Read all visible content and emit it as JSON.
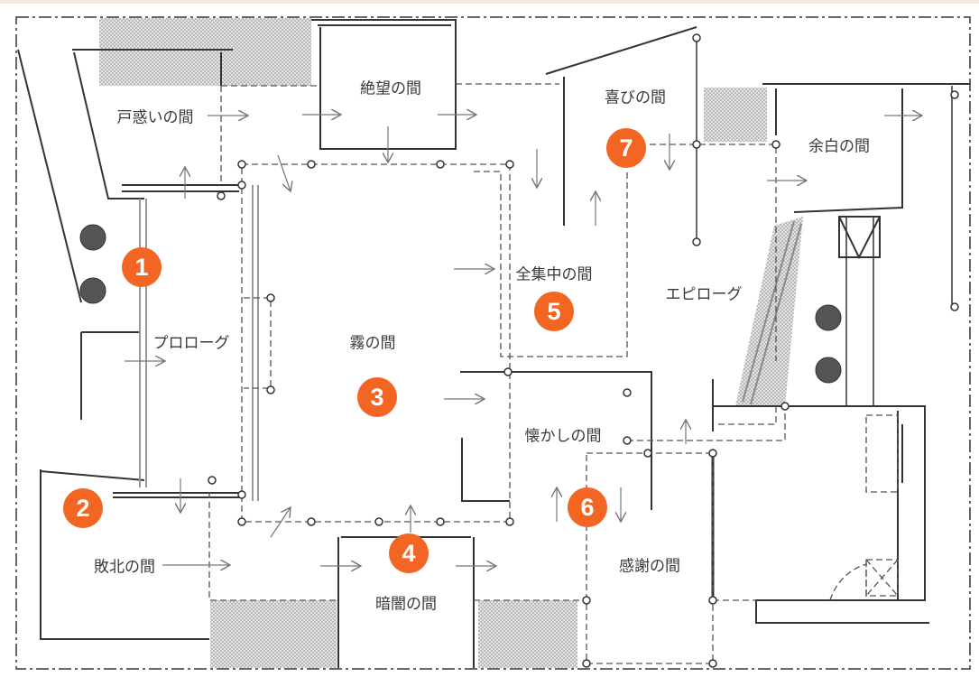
{
  "colors": {
    "marker": "#f26522",
    "line": "#444444",
    "hatch": "#bdbdbd"
  },
  "rooms": {
    "tomadoi": "戸惑いの間",
    "zetsubou": "絶望の間",
    "yorokobi": "喜びの間",
    "yohaku": "余白の間",
    "prologue": "プロローグ",
    "kiri": "霧の間",
    "zenshuchu": "全集中の間",
    "epilogue": "エピローグ",
    "natsukashi": "懐かしの間",
    "haiboku": "敗北の間",
    "kurayami": "暗闇の間",
    "kansha": "感謝の間"
  },
  "markers": [
    "1",
    "2",
    "3",
    "4",
    "5",
    "6",
    "7"
  ]
}
